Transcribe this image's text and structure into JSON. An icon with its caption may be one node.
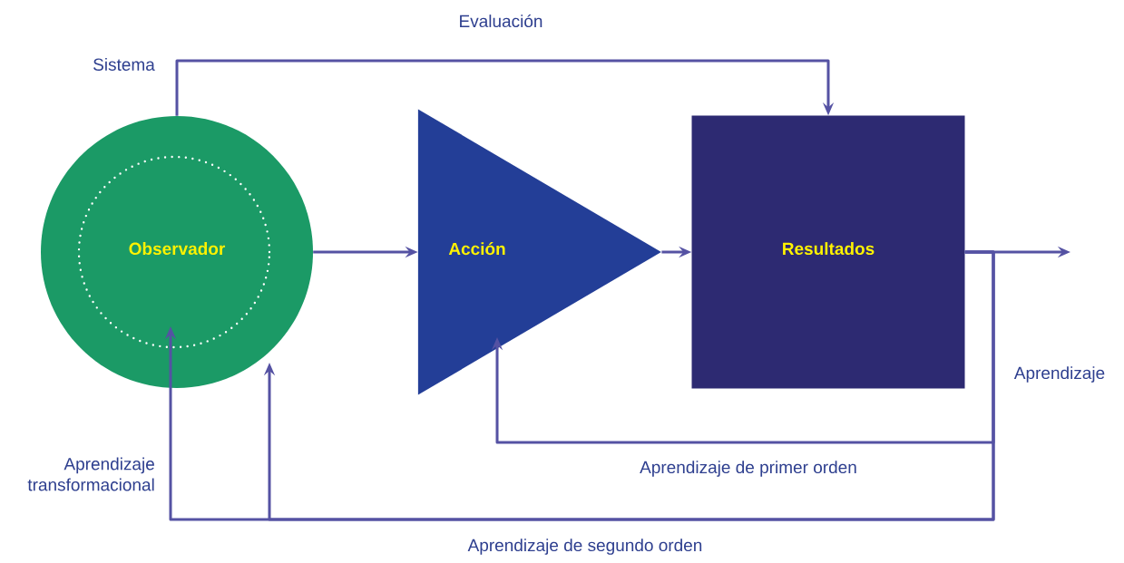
{
  "diagram": {
    "nodes": [
      {
        "text": [
          "Observador"
        ]
      },
      {
        "text": [
          "Acción"
        ]
      },
      {
        "text": [
          "Resultados"
        ]
      }
    ],
    "edges": [
      {
        "from": 0,
        "to": 1,
        "arrow": "to"
      },
      {
        "from": 1,
        "to": 2,
        "arrow": "to"
      },
      {
        "from": 2,
        "to": null,
        "arrow": "to"
      },
      {
        "from": 0,
        "to": 2,
        "arrow": "to",
        "label": "Evaluación"
      },
      {
        "from": 2,
        "to": 1,
        "arrow": "to",
        "label": "Aprendizaje de primer orden"
      },
      {
        "from": 2,
        "to": 0,
        "arrow": "to",
        "label": "Aprendizaje de segundo orden"
      },
      {
        "from": 2,
        "to": 0,
        "arrow": "to",
        "label": "Aprendizaje transformacional"
      }
    ],
    "labels": [
      "Sistema",
      "Aprendizaje"
    ]
  }
}
